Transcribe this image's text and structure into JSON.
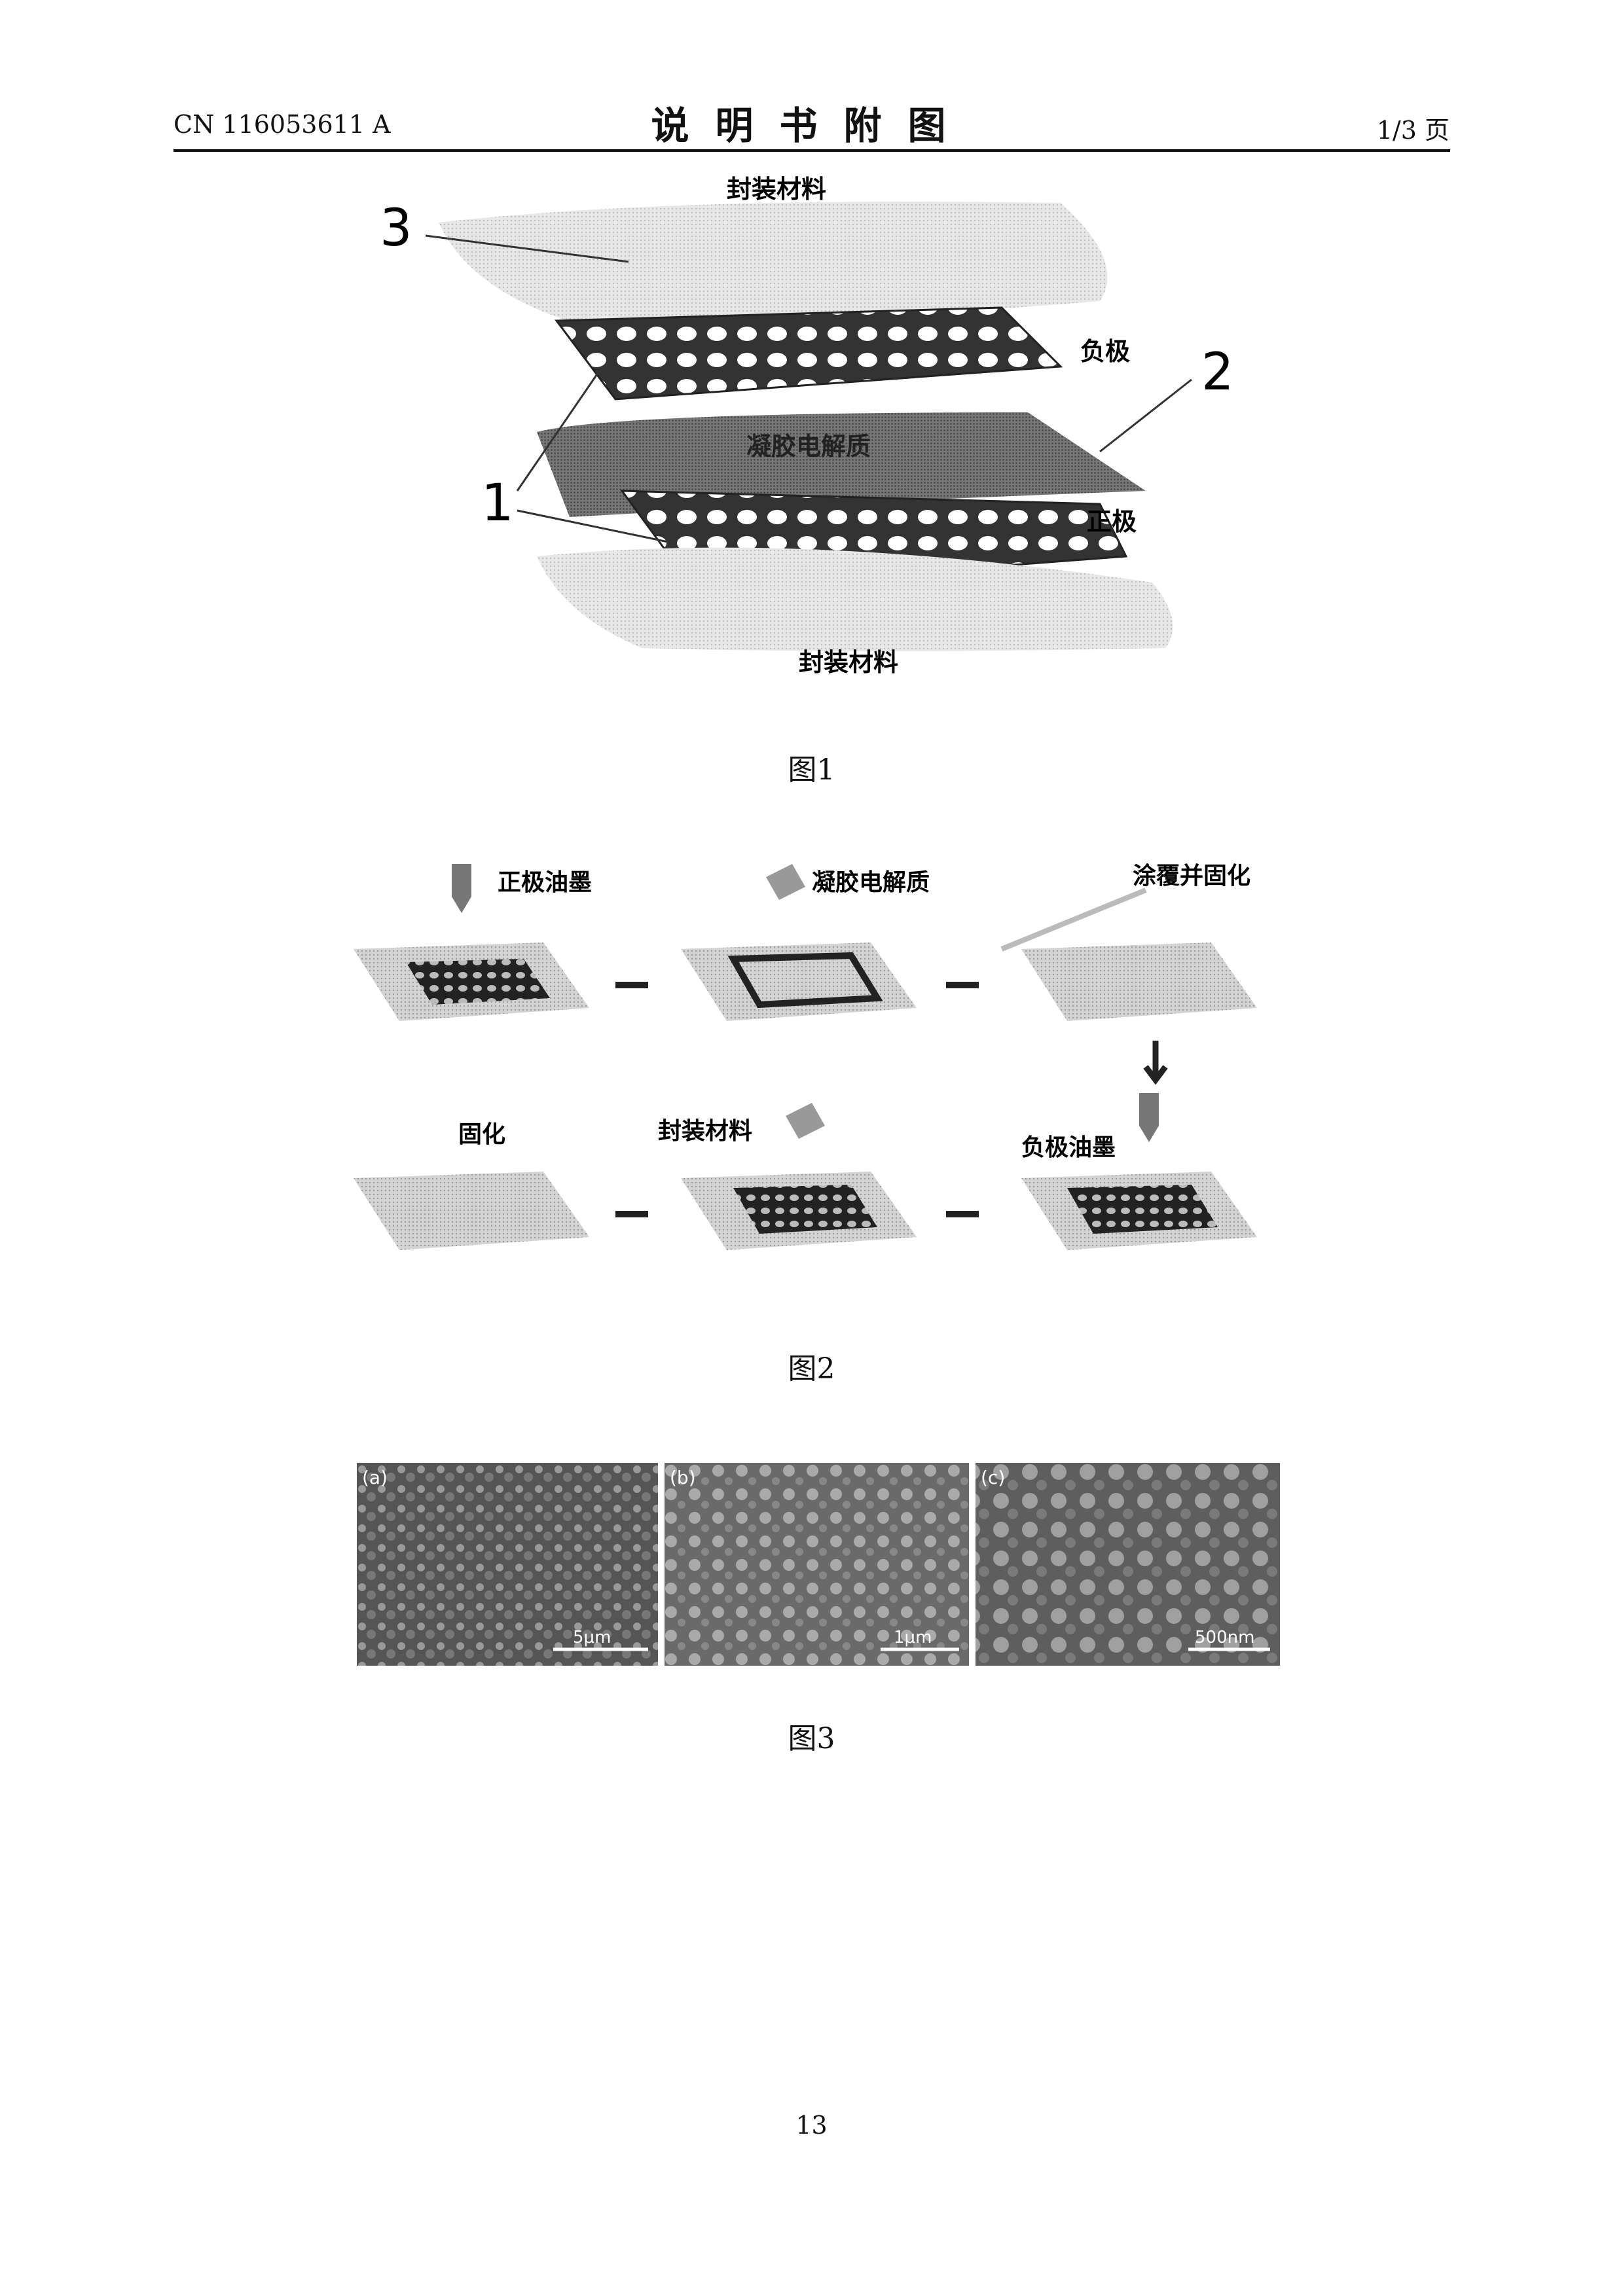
{
  "header": {
    "doc_number": "CN 116053611 A",
    "title": "说明书附图",
    "page_info": "1/3 页"
  },
  "figure1": {
    "caption": "图1",
    "labels": {
      "top_encapsulation": "封装材料",
      "negative_electrode": "负极",
      "gel_electrolyte": "凝胶电解质",
      "positive_electrode": "正极",
      "bottom_encapsulation": "封装材料",
      "num_3": "3",
      "num_2": "2",
      "num_1": "1"
    }
  },
  "figure2": {
    "caption": "图2",
    "steps": {
      "s1": "正极油墨",
      "s2": "凝胶电解质",
      "s3": "涂覆并固化",
      "s4": "负极油墨",
      "s5": "封装材料",
      "s6": "固化"
    }
  },
  "figure3": {
    "caption": "图3",
    "panels": [
      {
        "tag": "(a)",
        "scale": "5μm"
      },
      {
        "tag": "(b)",
        "scale": "1μm"
      },
      {
        "tag": "(c)",
        "scale": "500nm"
      }
    ]
  },
  "footer": {
    "page_number": "13"
  }
}
